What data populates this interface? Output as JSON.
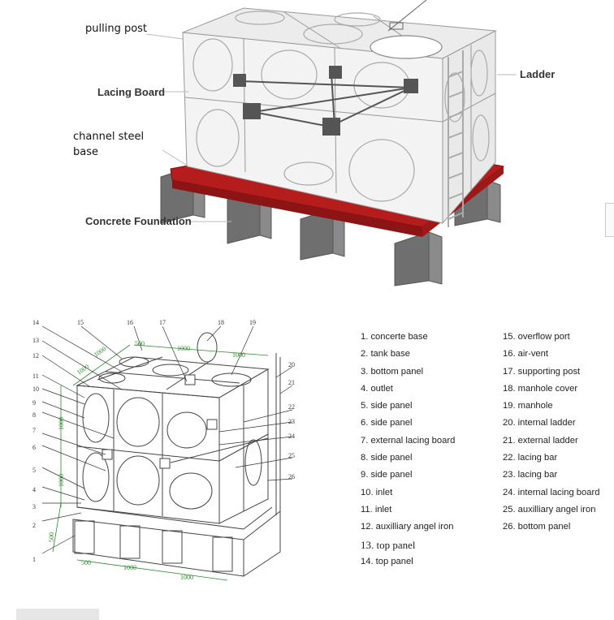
{
  "top_callouts": {
    "pulling_post": "pulling post",
    "lacing_board": "Lacing Board",
    "channel_steel_base_line1": "channel steel",
    "channel_steel_base_line2": "base",
    "concrete_foundation": "Concrete Foundation",
    "ladder": "Ladder"
  },
  "drawing_numbers": [
    "1",
    "2",
    "3",
    "4",
    "5",
    "6",
    "7",
    "8",
    "9",
    "10",
    "11",
    "12",
    "13",
    "14",
    "15",
    "16",
    "17",
    "18",
    "19",
    "20",
    "21",
    "22",
    "23",
    "24",
    "25",
    "26"
  ],
  "dimensions": [
    "500",
    "1000",
    "1000",
    "1000",
    "1000",
    "1000",
    "1000",
    "500",
    "1000",
    "1000",
    "500"
  ],
  "legend_left": [
    "1. concerte base",
    "2. tank base",
    "3. bottom panel",
    "4. outlet",
    "5. side panel",
    "6. side panel",
    "7. external lacing board",
    "8. side panel",
    "9. side panel",
    "10. inlet",
    "11. inlet",
    "12. auxilliary angel iron",
    "13. top panel",
    "14. top panel"
  ],
  "legend_right": [
    "15. overflow port",
    "16. air-vent",
    "17. supporting post",
    "18. manhole cover",
    "19. manhole",
    "20. internal ladder",
    "21. external ladder",
    "22. lacing bar",
    "23. lacing bar",
    "24. internal lacing board",
    "25. auxilliary angel iron",
    "26. bottom panel"
  ],
  "colors": {
    "base_red": "#b51d1d",
    "concrete": "#6e6e6e",
    "panel": "#f2f2f2",
    "dim_green": "#2a8a2a"
  }
}
